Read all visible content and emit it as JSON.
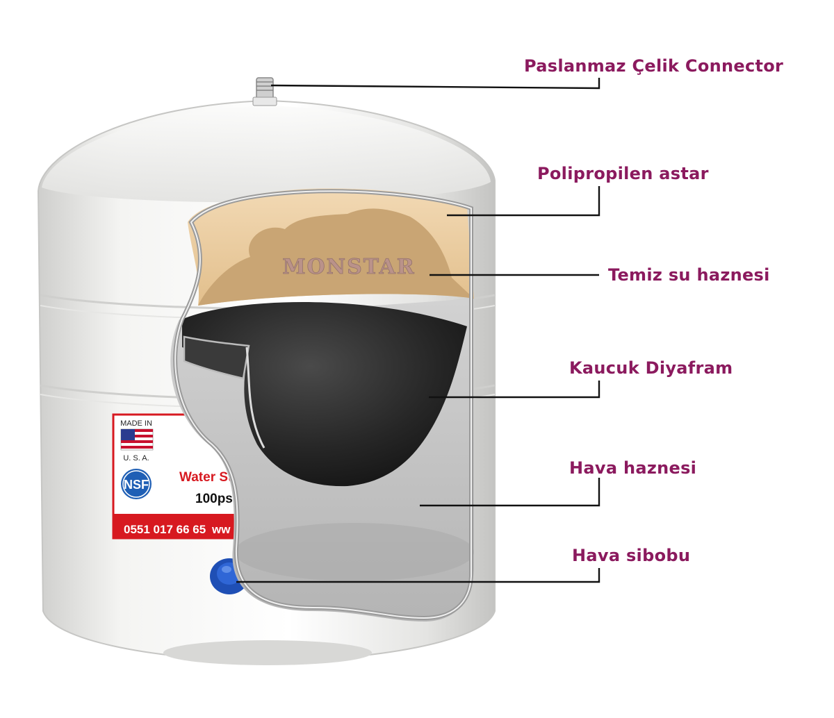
{
  "callouts": {
    "connector": "Paslanmaz Çelik Connector",
    "liner": "Polipropilen astar",
    "clean_water": "Temiz su haznesi",
    "diaphragm": "Kaucuk Diyafram",
    "air_chamber": "Hava haznesi",
    "air_valve": "Hava sibobu"
  },
  "product_label": {
    "made_in_top": "MADE IN",
    "made_in_bottom": "U. S. A.",
    "nsf": "NSF",
    "title_fragment": "Water St",
    "pressure_fragment": "100ps",
    "phone": "0551 017 66 65",
    "web_fragment": "ww"
  },
  "watermark": "MONSTAR",
  "colors": {
    "callout_text": "#8b1a5e",
    "tank_body": "#eeeeec",
    "liner": "#e9cfa6",
    "clean_water": "#c9a574",
    "diaphragm": "#2b2b2b",
    "air_chamber": "#bdbdbd",
    "label_red": "#d71920",
    "valve_blue": "#1f4fb5"
  }
}
